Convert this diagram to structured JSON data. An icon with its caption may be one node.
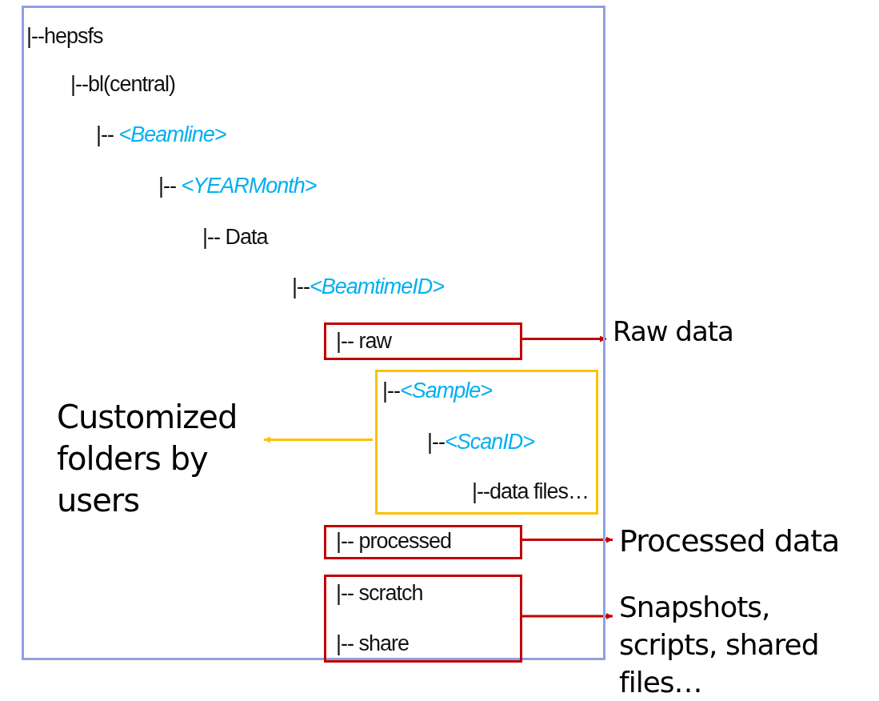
{
  "diagram": {
    "nodes": [
      {
        "text": [
          "|--hepsfs",
          "|--bl(central)",
          "|-- *<Beamline>*",
          "|-- *<YEARMonth>*",
          "|-- Data",
          "|--*<BeamtimeID>*"
        ]
      },
      {
        "text": [
          "|-- raw"
        ],
        "in": 0
      },
      {
        "text": [
          "|--*<Sample>*",
          "|--*<ScanID>*",
          "|--data files…"
        ],
        "in": 0
      },
      {
        "text": [
          "|-- processed"
        ],
        "in": 0
      },
      {
        "text": [
          "|-- scratch",
          "|-- share"
        ],
        "in": 0
      },
      {
        "text": [
          "Raw data"
        ]
      },
      {
        "text": [
          "Customized folders by users"
        ],
        "in": 0
      },
      {
        "text": [
          "Processed data"
        ]
      },
      {
        "text": [
          "Snapshots, scripts, shared files…"
        ]
      }
    ],
    "edges": [
      {
        "from": 1,
        "to": 5,
        "arrow": "to"
      },
      {
        "from": 2,
        "to": 6,
        "arrow": "to",
        "color": "#ffc000"
      },
      {
        "from": 3,
        "to": 7,
        "arrow": "to"
      },
      {
        "from": 4,
        "to": 8,
        "arrow": "to"
      }
    ]
  }
}
